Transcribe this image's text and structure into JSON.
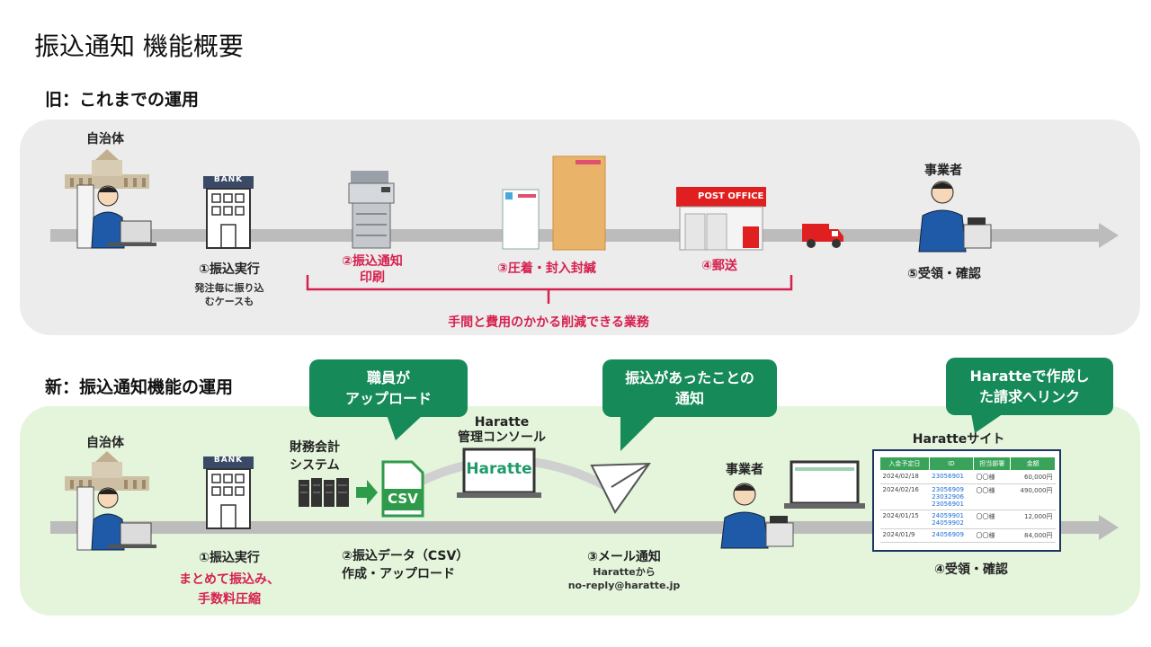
{
  "title": "振込通知 機能概要",
  "old": {
    "heading": "旧：これまでの運用",
    "government": "自治体",
    "bank_sign": "BANK",
    "step1": "①振込実行",
    "step1_note": "発注毎に振り込\nむケースも",
    "step2": "②振込通知\n印刷",
    "step3": "③圧着・封入封緘",
    "post_office_sign": "POST OFFICE",
    "step4": "④郵送",
    "business": "事業者",
    "step5": "⑤受領・確認",
    "reducible_label": "手間と費用のかかる削減できる業務"
  },
  "new": {
    "heading": "新：振込通知機能の運用",
    "government": "自治体",
    "bank_sign": "BANK",
    "step1": "①振込実行",
    "step1_note": "まとめて振込み、\n手数料圧縮",
    "accounting_system": "財務会計\nシステム",
    "csv_label": "CSV",
    "console_label": "Haratte\n管理コンソール",
    "console_logo": "Haratte",
    "step2": "②振込データ（CSV）\n作成・アップロード",
    "step3": "③メール通知",
    "step3_note": "Haratteから\nno-reply@haratte.jp",
    "business": "事業者",
    "site_label": "Haratteサイト",
    "step4": "④受領・確認",
    "callout_staff": "職員が\nアップロード",
    "callout_notice": "振込があったことの\n通知",
    "callout_link": "Haratteで作成し\nた請求へリンク",
    "table": {
      "headers": [
        "入金予定日",
        "ID",
        "担当部署",
        "金額"
      ],
      "rows": [
        {
          "date": "2024/02/18",
          "id": "23056901",
          "dept": "〇〇様",
          "amount": "60,000円"
        },
        {
          "date": "2024/02/16",
          "id": "23056909\n23032906\n23056901",
          "dept": "〇〇様",
          "amount": "490,000円"
        },
        {
          "date": "2024/01/15",
          "id": "24059901\n24059902",
          "dept": "〇〇様",
          "amount": "12,000円"
        },
        {
          "date": "2024/01/9",
          "id": "24056909",
          "dept": "〇〇様",
          "amount": "84,000円"
        }
      ]
    }
  },
  "colors": {
    "accent_red": "#d6204f",
    "callout_green": "#168a59",
    "panel_gray": "#ececec",
    "panel_green": "#e4f5dc",
    "arrow_gray": "#bcbcbc"
  }
}
